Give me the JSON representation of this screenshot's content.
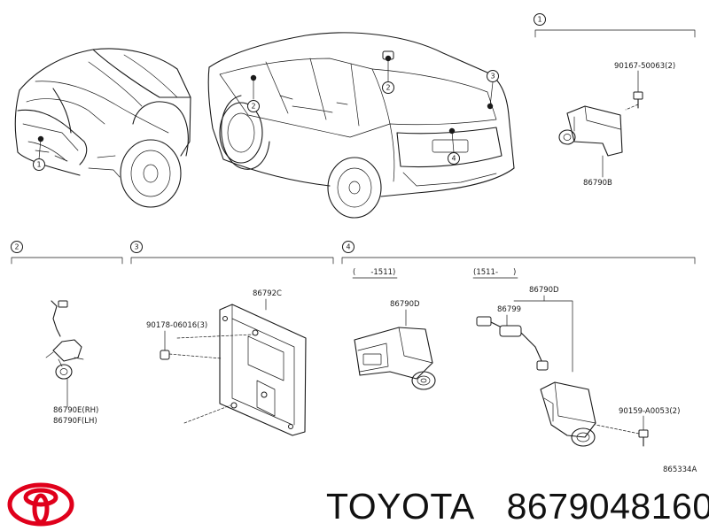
{
  "brand": {
    "name": "TOYOTA",
    "part_number": "8679048160",
    "logo_color": "#e0001b"
  },
  "diagram": {
    "ref_code": "865334A",
    "callouts": {
      "c1": "1",
      "c2": "2",
      "c3": "3",
      "c4": "4"
    },
    "section_heads": {
      "s1": "1",
      "s2": "2",
      "s3": "3",
      "s4": "4"
    },
    "date_ranges": {
      "before": "(　　-1511)",
      "after": "(1511-　　)"
    },
    "parts": {
      "bolt_s1": "90167-50063(2)",
      "camera_s1": "86790B",
      "camera_rh": "86790E(RH)",
      "camera_lh": "86790F(LH)",
      "bracket": "86792C",
      "nut": "90178-06016(3)",
      "camera_d_left": "86790D",
      "camera_d_right": "86790D",
      "harness": "86799",
      "screw": "90159-A0053(2)"
    }
  }
}
